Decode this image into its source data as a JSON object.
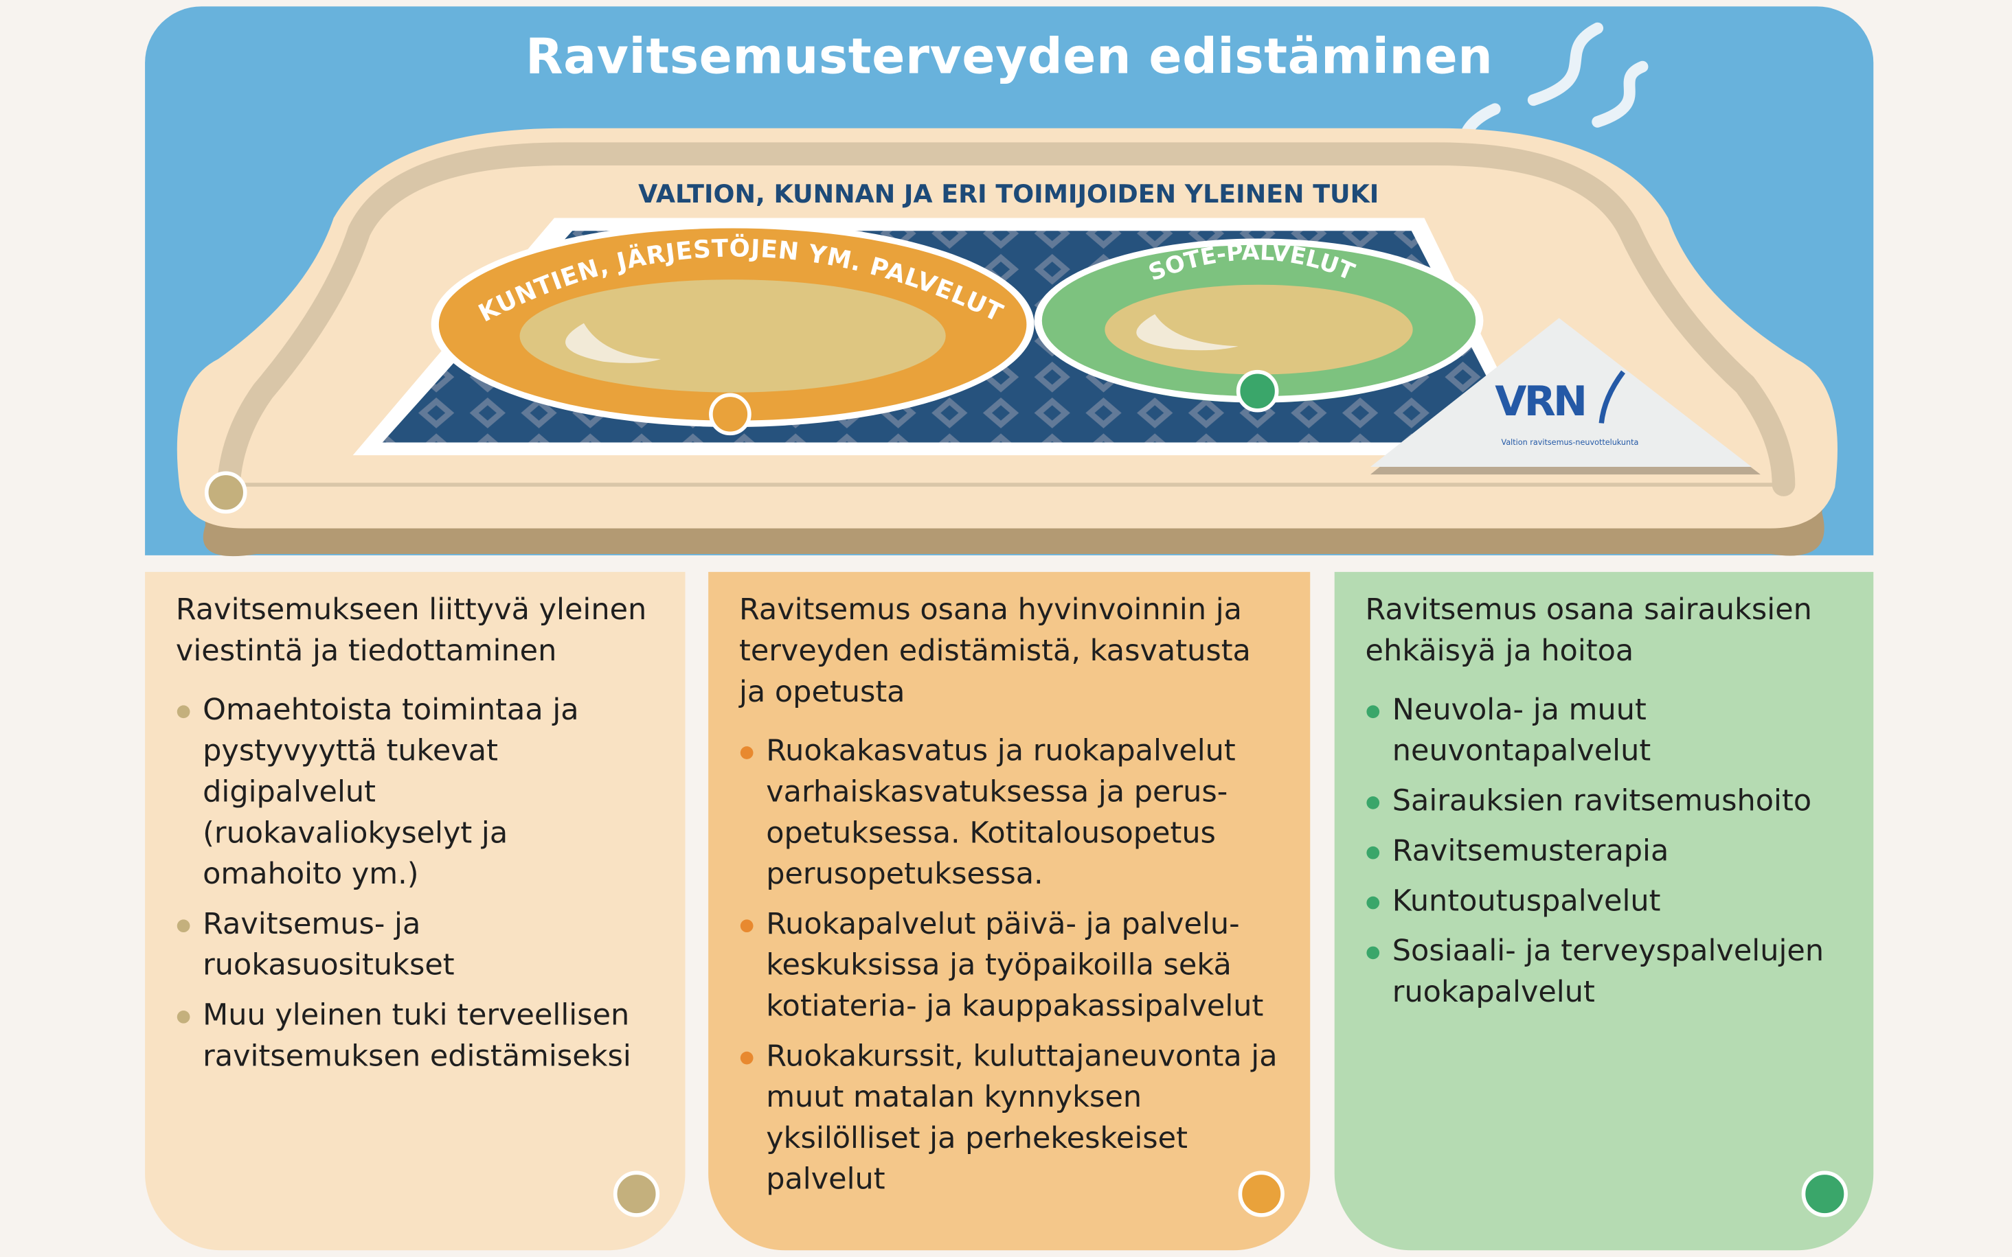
{
  "title": "Ravitsemusterveyden edistäminen",
  "tray_label": "VALTION, KUNNAN JA ERI TOIMIJOIDEN YLEINEN TUKI",
  "bowls": [
    {
      "label": "KUNTIEN, JÄRJESTÖJEN YM. PALVELUT",
      "color": "#e9a23b"
    },
    {
      "label": "SOTE-PALVELUT",
      "color": "#7dc27f"
    }
  ],
  "logo": {
    "text": "VRN",
    "subtitle": "Valtion ravitsemus-neuvottelukunta"
  },
  "columns": [
    {
      "heading": "Ravitsemukseen liittyvä yleinen viestintä ja tiedottaminen",
      "bullet_color": "#c4b07d",
      "items": [
        "Omaehtoista toimintaa ja pystyvyyttä tukevat digipalvelut (ruokavaliokyselyt ja omahoito ym.)",
        "Ravitsemus- ja ruokasuositukset",
        "Muu yleinen tuki terveellisen ravitsemuksen edistämiseksi"
      ]
    },
    {
      "heading": "Ravitsemus osana hyvinvoinnin ja terveyden edistämistä, kasvatusta ja opetusta",
      "bullet_color": "#e8892f",
      "items": [
        "Ruokakasvatus ja ruokapalvelut varhaiskasvatuksessa ja perus-opetuksessa. Kotitalousopetus perusopetuksessa.",
        "Ruokapalvelut päivä- ja palvelu-keskuksissa ja työpaikoilla sekä kotiateria- ja kauppakassipalvelut",
        "Ruokakurssit, kuluttajaneuvonta ja muut matalan kynnyksen yksilölliset ja perhekeskeiset palvelut"
      ]
    },
    {
      "heading": "Ravitsemus osana sairauksien ehkäisyä ja hoitoa",
      "bullet_color": "#3aa66a",
      "items": [
        "Neuvola- ja muut neuvontapalvelut",
        "Sairauksien ravitsemushoito",
        "Ravitsemusterapia",
        "Kuntoutuspalvelut",
        "Sosiaali- ja terveyspalvelujen ruokapalvelut"
      ]
    }
  ]
}
